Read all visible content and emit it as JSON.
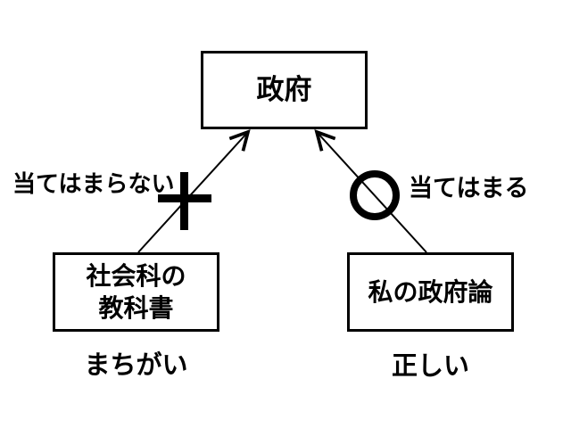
{
  "diagram": {
    "title_box": {
      "label": "政府"
    },
    "left_box": {
      "line1": "社会科の",
      "line2": "教科書"
    },
    "right_box": {
      "label": "私の政府論"
    },
    "left_relation": {
      "mark": "cross",
      "label": "当てはまらない",
      "caption": "まちがい"
    },
    "right_relation": {
      "mark": "circle",
      "label": "当てはまる",
      "caption": "正しい"
    },
    "colors": {
      "foreground": "#000000",
      "background": "#ffffff"
    }
  }
}
